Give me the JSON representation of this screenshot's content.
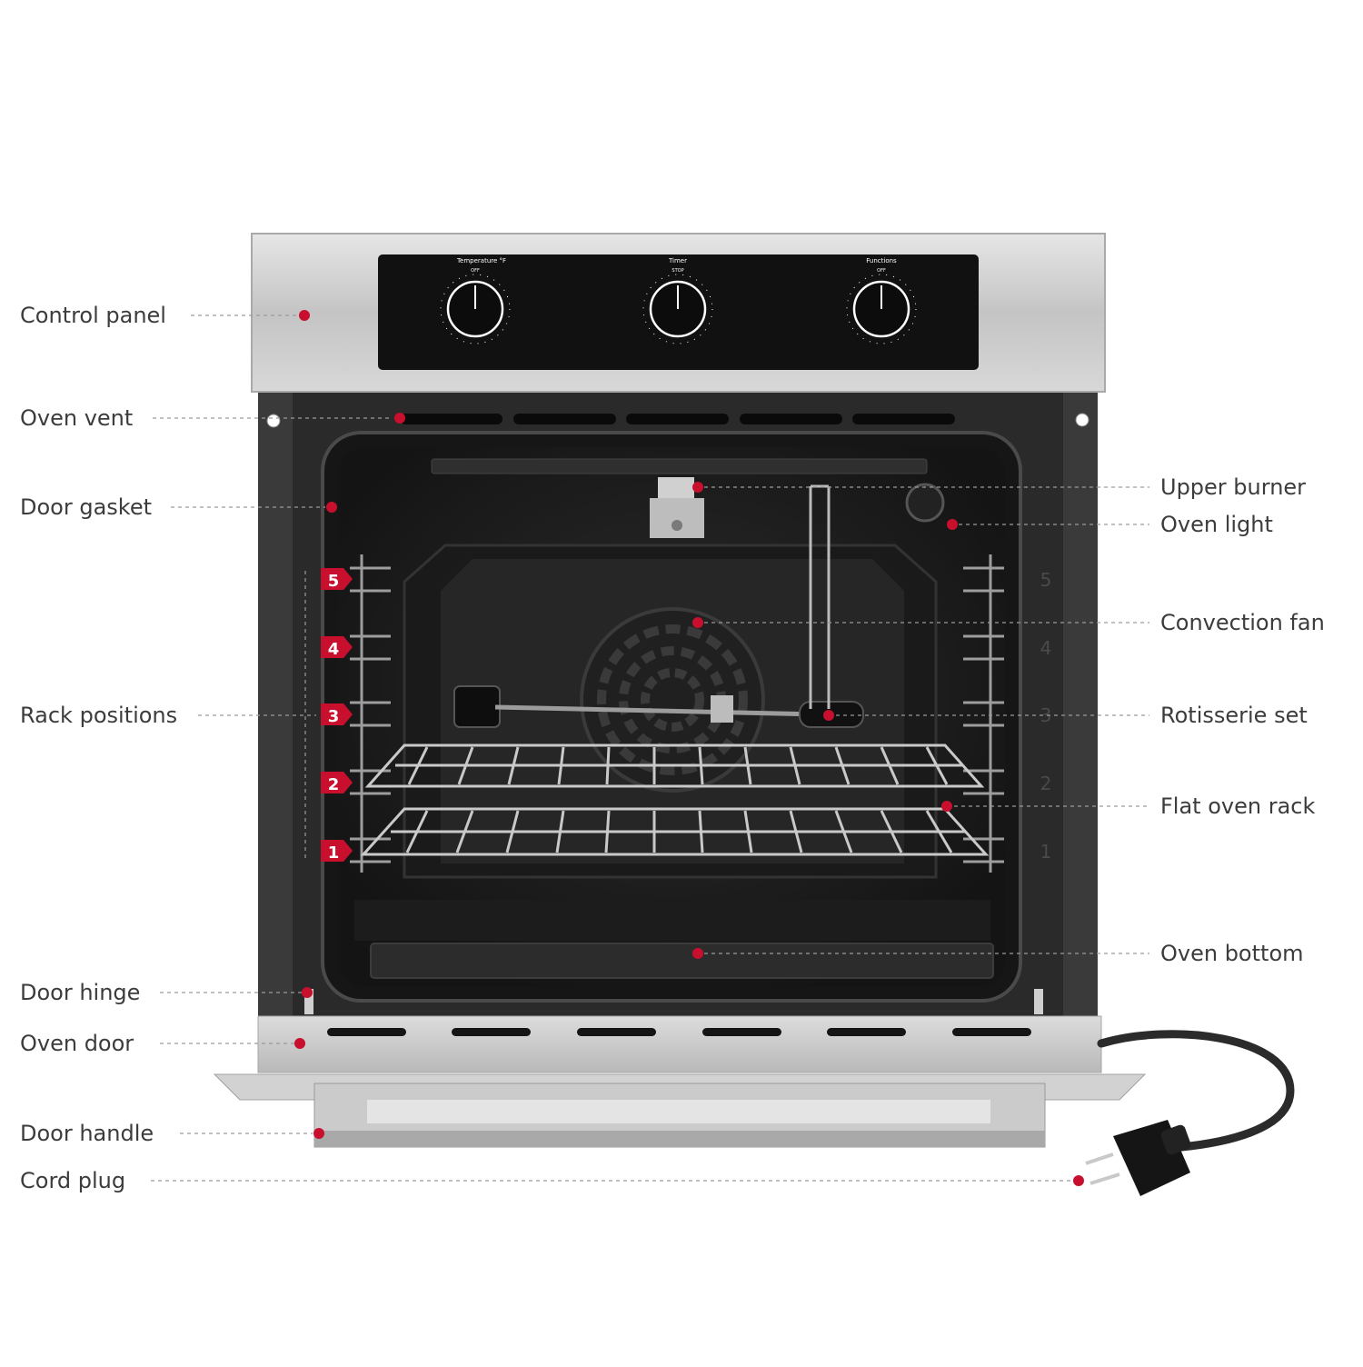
{
  "colors": {
    "accent": "#c8102e",
    "steel": "#c9c9c9",
    "cavity": "#1e1e1e",
    "panel": "#111111",
    "label_text": "#3c3c3c"
  },
  "control_panel": {
    "temperature_label": "Temperature °F",
    "timer_label": "Timer",
    "functions_label": "Functions",
    "temperature_off": "OFF",
    "timer_stop": "STOP",
    "functions_off": "OFF"
  },
  "callouts": {
    "left": [
      {
        "id": "control-panel",
        "label": "Control panel"
      },
      {
        "id": "oven-vent",
        "label": "Oven vent"
      },
      {
        "id": "door-gasket",
        "label": "Door gasket"
      },
      {
        "id": "rack-positions",
        "label": "Rack positions"
      },
      {
        "id": "door-hinge",
        "label": "Door hinge"
      },
      {
        "id": "oven-door",
        "label": "Oven door"
      },
      {
        "id": "door-handle",
        "label": "Door handle"
      },
      {
        "id": "cord-plug",
        "label": "Cord plug"
      }
    ],
    "right": [
      {
        "id": "upper-burner",
        "label": "Upper burner"
      },
      {
        "id": "oven-light",
        "label": "Oven light"
      },
      {
        "id": "convection-fan",
        "label": "Convection fan"
      },
      {
        "id": "rotisserie-set",
        "label": "Rotisserie set"
      },
      {
        "id": "flat-oven-rack",
        "label": "Flat oven rack"
      },
      {
        "id": "oven-bottom",
        "label": "Oven bottom"
      }
    ]
  },
  "rack_positions": [
    "5",
    "4",
    "3",
    "2",
    "1"
  ]
}
